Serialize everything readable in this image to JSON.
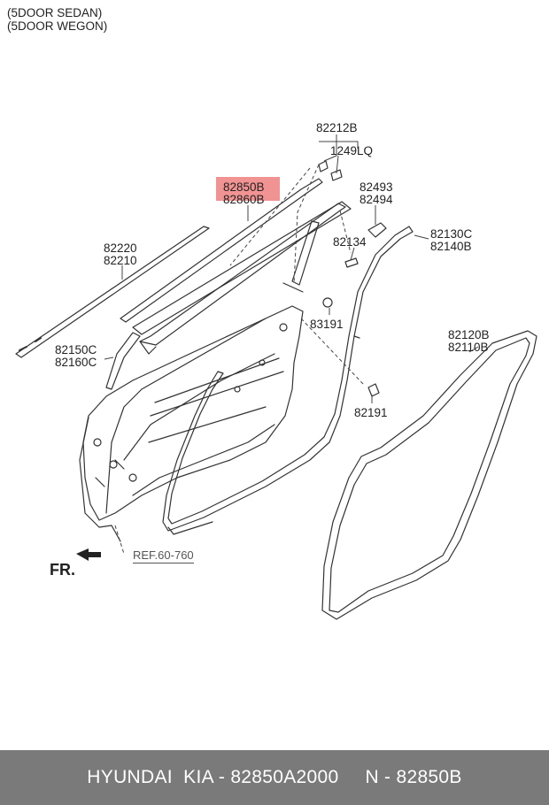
{
  "header": {
    "line1": "(5DOOR SEDAN)",
    "line2": "(5DOOR WEGON)"
  },
  "callouts": {
    "c82212B": "82212B",
    "c1249LQ": "1249LQ",
    "c82850B": "82850B",
    "c82860B": "82860B",
    "c82493": "82493",
    "c82494": "82494",
    "c82134": "82134",
    "c82130C": "82130C",
    "c82140B": "82140B",
    "c82220": "82220",
    "c82210": "82210",
    "c83191": "83191",
    "c82150C": "82150C",
    "c82160C": "82160C",
    "c82191": "82191",
    "c82120B": "82120B",
    "c82110B": "82110B",
    "ref": "REF.60-760"
  },
  "front_label": "FR.",
  "highlight_color": "#f08080",
  "footer": {
    "left": "HYUNDAI  KIA - 82850A2000",
    "right": "N - 82850B"
  }
}
